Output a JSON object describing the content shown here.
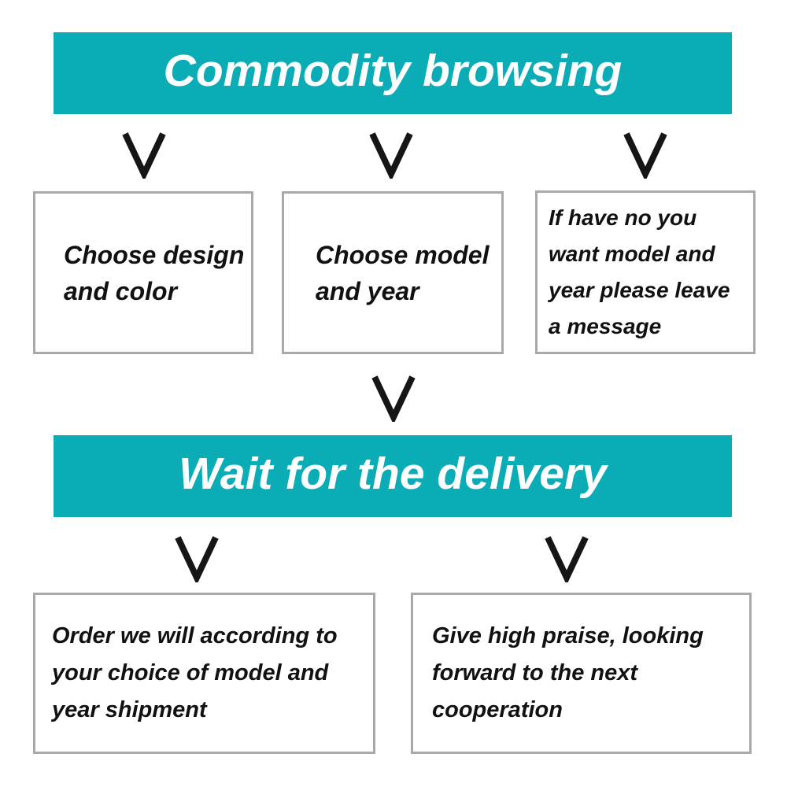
{
  "colors": {
    "banner_background": "#0aadb5",
    "banner_text": "#ffffff",
    "box_border": "#a9a9a9",
    "box_text": "#111111",
    "arrow": "#151515",
    "page_background": "#ffffff"
  },
  "flow": {
    "banner_top": {
      "label": "Commodity browsing"
    },
    "banner_mid": {
      "label": "Wait for the delivery"
    },
    "row1_boxes": [
      {
        "label": "Choose design and color",
        "lines": [
          "Choose design",
          "and color"
        ]
      },
      {
        "label": "Choose model and year",
        "lines": [
          "Choose model",
          "and year"
        ]
      },
      {
        "label": "If have no you want model and year please leave a message",
        "lines": [
          "If have no you",
          "want model and",
          "year please leave",
          "a message"
        ]
      }
    ],
    "row2_boxes": [
      {
        "label": "Order we will according to your choice of model and year shipment",
        "lines": [
          "Order we will according to",
          "your choice of model and",
          "year shipment"
        ]
      },
      {
        "label": "Give high praise, looking forward to the next cooperation",
        "lines": [
          "Give high praise, looking",
          "forward to the next",
          "cooperation"
        ]
      }
    ]
  }
}
